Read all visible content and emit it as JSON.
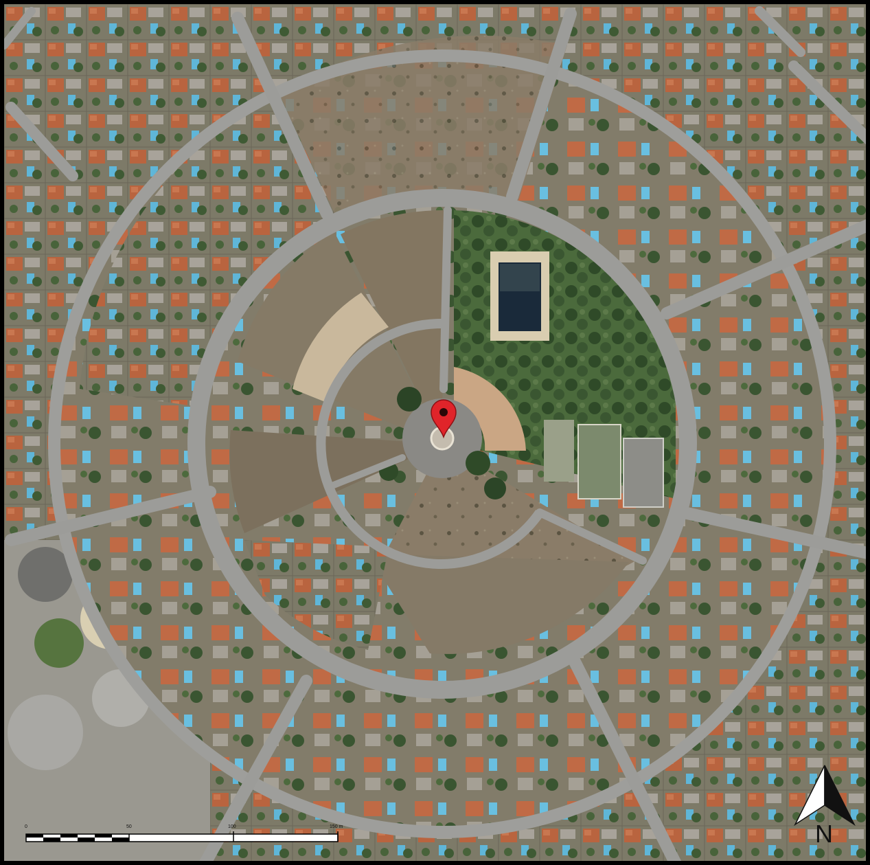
{
  "map": {
    "type": "aerial-orthophoto",
    "marker": {
      "icon": "location-pin-icon",
      "color": "#e0242a"
    },
    "colors": {
      "road": "#9c9c9a",
      "dry_field": "#8a7c68",
      "vegetation": "#3f5a34",
      "roof": "#b8623e",
      "pool": "#5fb6d8",
      "pond": "#1a2a3a"
    }
  },
  "scale_bar": {
    "labels": [
      "0",
      "50",
      "100",
      "150 m"
    ]
  },
  "north_arrow": {
    "icon": "north-arrow-icon",
    "label": "N"
  }
}
